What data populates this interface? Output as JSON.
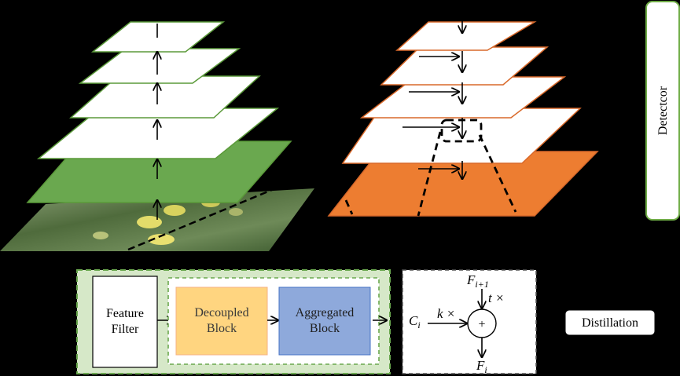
{
  "detector": {
    "label": "Detectcor"
  },
  "blocks": {
    "feature_filter": [
      "Feature",
      "Filter"
    ],
    "decoupled": [
      "Decoupled",
      "Block"
    ],
    "aggregated": [
      "Aggregated",
      "Block"
    ]
  },
  "fusion": {
    "f_top": "F",
    "f_top_sub": "i+1",
    "t_mult": "t ×",
    "c_label": "C",
    "c_sub": "i",
    "k_mult": "k ×",
    "plus": "+",
    "f_bottom": "F",
    "f_bottom_sub": "i"
  },
  "legend": {
    "distillation": "Distillation"
  },
  "colors": {
    "green_fill": "#6aa84f",
    "green_border": "#5b9a3a",
    "orange_fill": "#ed7d31",
    "orange_border": "#d9692a",
    "panel_green": "#d6e8c8",
    "decoupled_fill": "#ffd580",
    "aggregated_fill": "#8ea9db",
    "detector_border": "#70ad47"
  }
}
